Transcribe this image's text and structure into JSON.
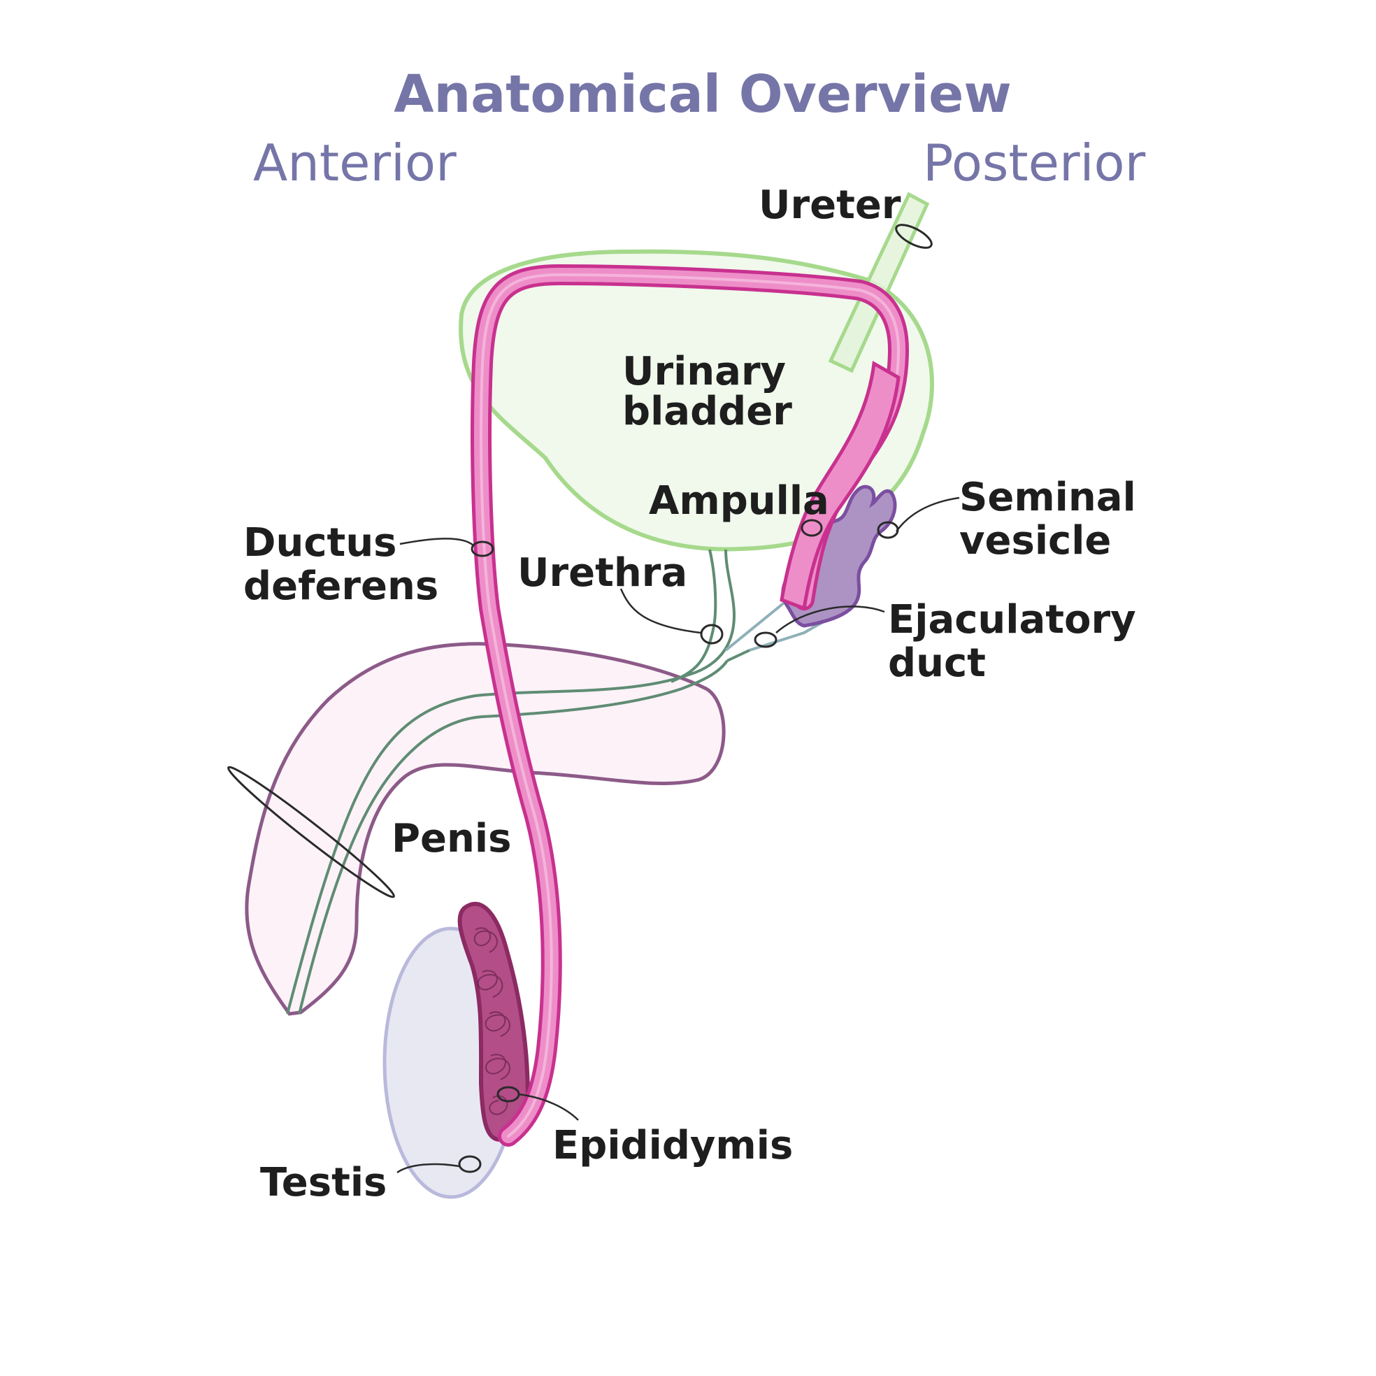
{
  "title": "Anatomical Overview",
  "orientation": {
    "left": "Anterior",
    "right": "Posterior"
  },
  "labels": {
    "ureter": "Ureter",
    "urinary_bladder": [
      "Urinary",
      "bladder"
    ],
    "ampulla": "Ampulla",
    "seminal_vesicle": [
      "Seminal",
      "vesicle"
    ],
    "ductus_deferens": [
      "Ductus",
      "deferens"
    ],
    "urethra": "Urethra",
    "ejaculatory_duct": [
      "Ejaculatory",
      "duct"
    ],
    "penis": "Penis",
    "epididymis": "Epididymis",
    "testis": "Testis"
  },
  "colors": {
    "title": "#7575a8",
    "bladder": "#a6d98c",
    "ductus_deferens": "#c8318f",
    "seminal_vesicle": "#7b4fa0",
    "penis": "#8c5a88",
    "urethra": "#5f8c74",
    "testis": "#b9b9dc",
    "epididymis": "#a53d76"
  }
}
